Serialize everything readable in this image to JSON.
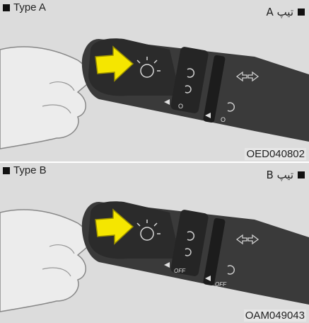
{
  "panels": [
    {
      "label_left": "Type A",
      "label_right_text": "تیپ",
      "label_right_letter": "A",
      "code": "OED040802",
      "switch_marks": [
        "O",
        "O"
      ]
    },
    {
      "label_left": "Type B",
      "label_right_text": "تیپ",
      "label_right_letter": "B",
      "code": "OAM049043",
      "switch_marks": [
        "OFF",
        "OFF"
      ]
    }
  ],
  "colors": {
    "arrow": "#f5e600",
    "background": "#dcdcdc",
    "stalk": "#2a2a2a"
  }
}
